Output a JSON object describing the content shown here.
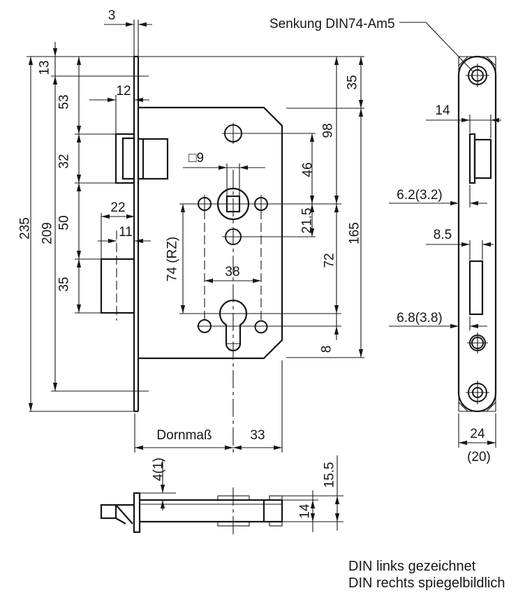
{
  "annotations": {
    "senkung_note": "Senkung DIN74-Am5",
    "footer_line1": "DIN links gezeichnet",
    "footer_line2": "DIN rechts spiegelbildlich"
  },
  "front_view": {
    "dims": {
      "faceplate_thickness": "3",
      "latch_protrusion": "12",
      "top_to_screw": "13",
      "top_to_latch": "53",
      "latch_height": "32",
      "latch_to_bolt": "50",
      "bolt_height": "35",
      "faceplate_length": "235",
      "screw_spacing": "209",
      "bolt_width": "22",
      "bolt_pin_offset": "11",
      "follower_square": "□9",
      "hole_spacing": "38",
      "distance_rz": "74 (RZ)",
      "follower_to_top_hole": "46",
      "follower_to_lower_hole": "21.5",
      "top_to_follower": "98",
      "top_to_case": "35",
      "case_height": "165",
      "follower_to_cylinder": "72",
      "cylinder_to_side_holes": "8",
      "backset_label": "Dornmaß",
      "cylinder_to_case_edge": "33"
    }
  },
  "side_view": {
    "dims": {
      "latch_width": "14",
      "latch_offset": "6.2(3.2)",
      "bolt_slot_width": "8.5",
      "bolt_slot_offset": "6.8(3.8)",
      "faceplate_width": "24",
      "faceplate_width_alt": "(20)"
    }
  },
  "bottom_view": {
    "dims": {
      "faceplate_to_case": "4(1)",
      "case_thickness": "14",
      "overall_thickness": "15.5"
    }
  }
}
